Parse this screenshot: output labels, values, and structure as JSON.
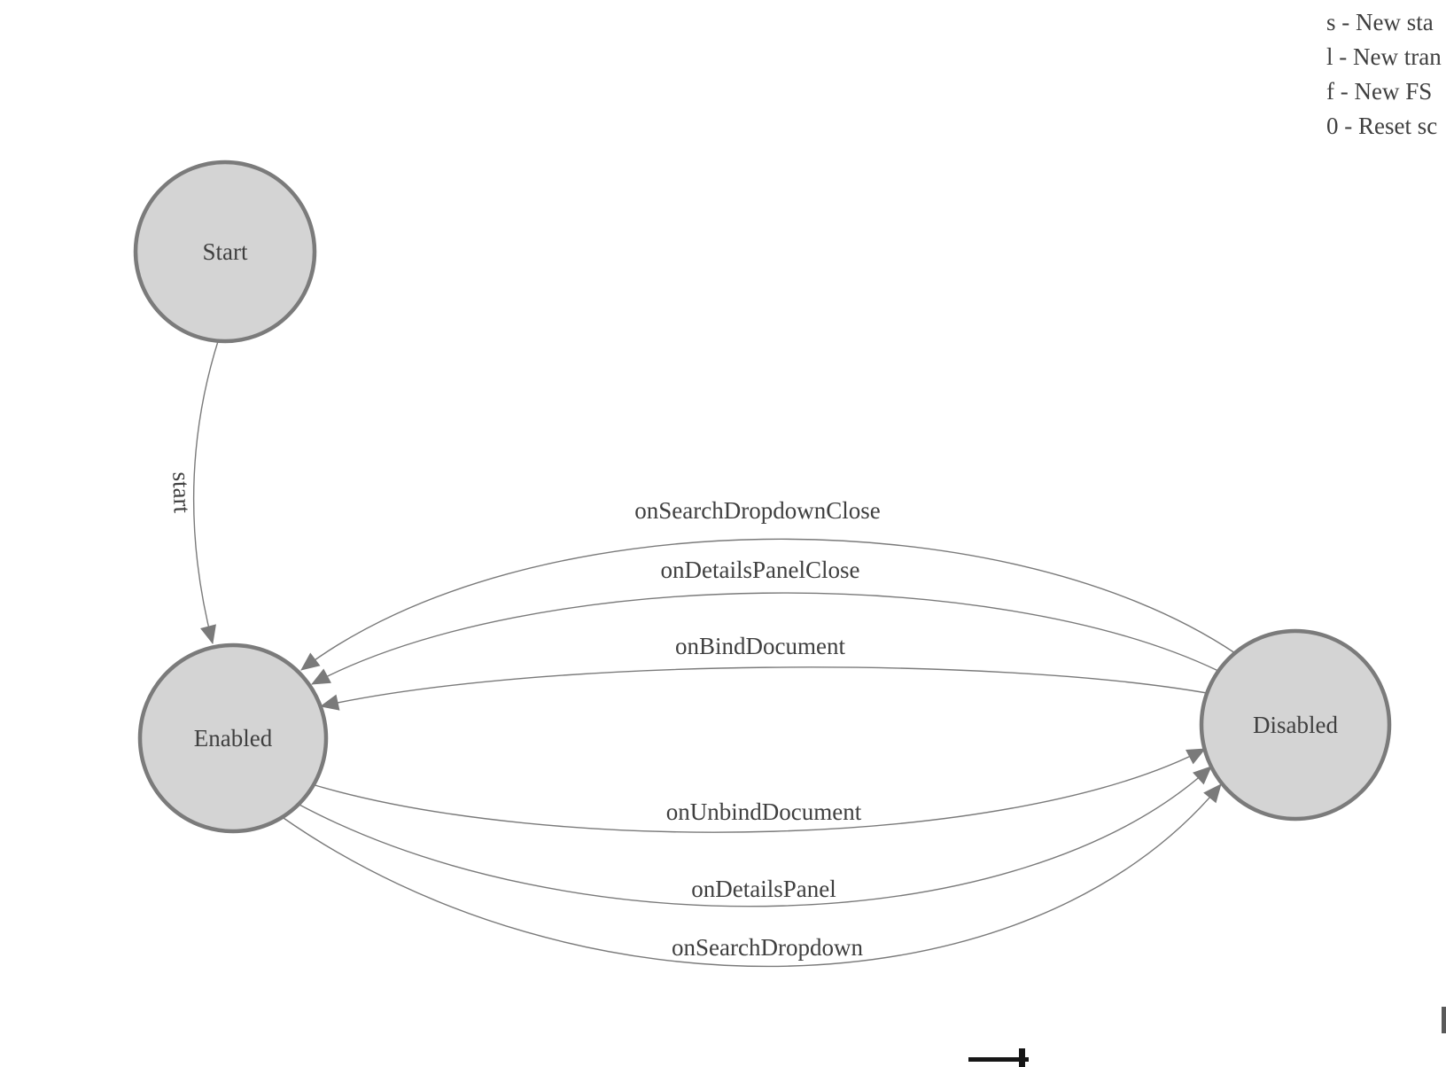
{
  "legend": {
    "lines": [
      "s - New sta",
      "l - New tran",
      "f - New FS",
      "0 - Reset sc"
    ]
  },
  "diagram": {
    "nodes": [
      {
        "id": "start",
        "label": "Start"
      },
      {
        "id": "enabled",
        "label": "Enabled"
      },
      {
        "id": "disabled",
        "label": "Disabled"
      }
    ],
    "edges": [
      {
        "from": "Start",
        "to": "Enabled",
        "label": "start"
      },
      {
        "from": "Disabled",
        "to": "Enabled",
        "label": "onSearchDropdownClose"
      },
      {
        "from": "Disabled",
        "to": "Enabled",
        "label": "onDetailsPanelClose"
      },
      {
        "from": "Disabled",
        "to": "Enabled",
        "label": "onBindDocument"
      },
      {
        "from": "Enabled",
        "to": "Disabled",
        "label": "onUnbindDocument"
      },
      {
        "from": "Enabled",
        "to": "Disabled",
        "label": "onDetailsPanel"
      },
      {
        "from": "Enabled",
        "to": "Disabled",
        "label": "onSearchDropdown"
      }
    ]
  },
  "colors": {
    "node_fill": "#d4d4d4",
    "node_stroke": "#7b7b7b",
    "edge_color": "#7a7a7a",
    "label_color": "#3f3f3f"
  }
}
